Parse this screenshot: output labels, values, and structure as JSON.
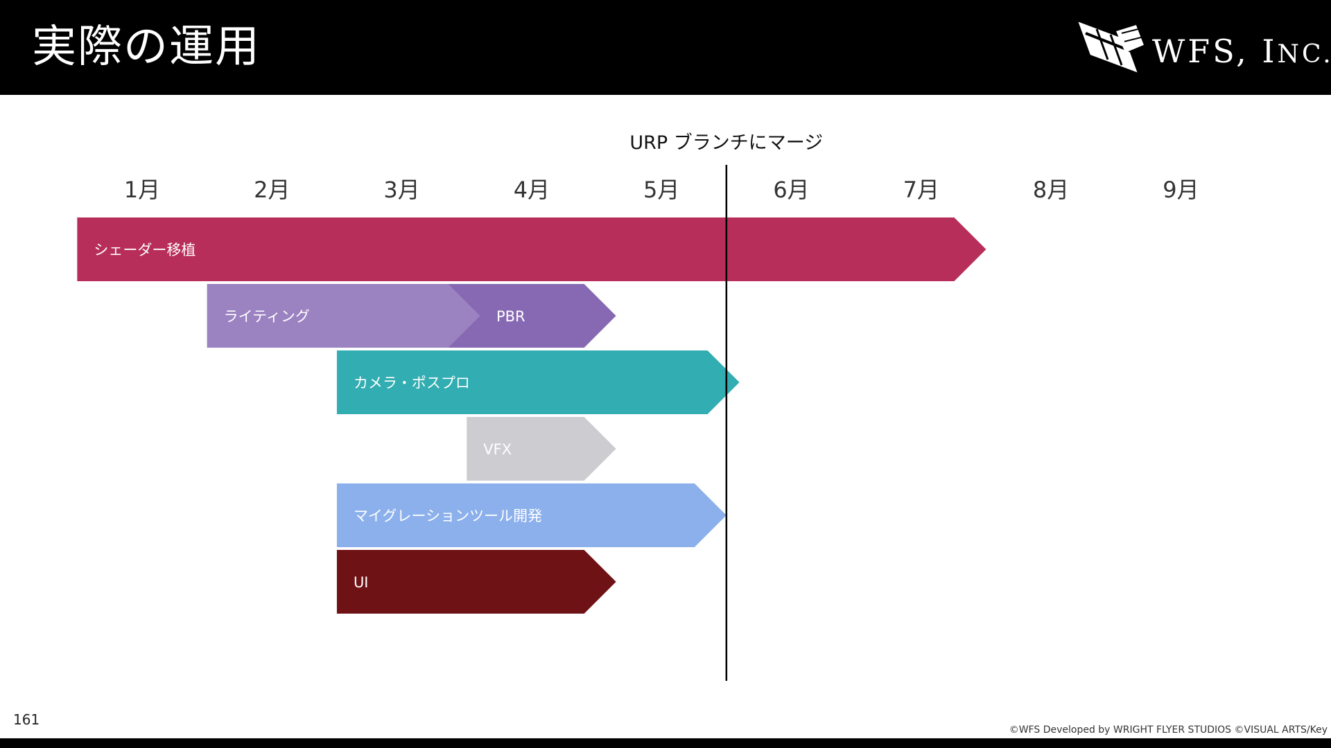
{
  "slide": {
    "title": "実際の運用",
    "page_number": "161",
    "copyright": "©WFS Developed by WRIGHT FLYER STUDIOS ©VISUAL ARTS/Key"
  },
  "logo": {
    "text_main": "WFS, I",
    "text_small": "NC."
  },
  "chart_data": {
    "type": "timeline",
    "months": [
      "1月",
      "2月",
      "3月",
      "4月",
      "5月",
      "6月",
      "7月",
      "8月",
      "9月"
    ],
    "milestone": {
      "label": "URP ブランチにマージ",
      "month": 5.5
    },
    "tasks": [
      {
        "label": "シェーダー移植",
        "start": 0.5,
        "end": 7.5,
        "row": 0,
        "color": "#B82E5B",
        "text_color": "#ffffff"
      },
      {
        "label": "ライティング",
        "start": 1.5,
        "end": 3.6,
        "row": 1,
        "color": "#9B82C1",
        "text_color": "#ffffff"
      },
      {
        "label": "PBR",
        "start": 3.6,
        "end": 4.65,
        "row": 1,
        "color": "#8769B3",
        "text_color": "#ffffff"
      },
      {
        "label": "カメラ・ポスプロ",
        "start": 2.5,
        "end": 5.6,
        "row": 2,
        "color": "#32ADB1",
        "text_color": "#ffffff"
      },
      {
        "label": "VFX",
        "start": 3.5,
        "end": 4.65,
        "row": 3,
        "color": "#CDCDD1",
        "text_color": "#ffffff"
      },
      {
        "label": "マイグレーションツール開発",
        "start": 2.5,
        "end": 5.5,
        "row": 4,
        "color": "#8BB0EC",
        "text_color": "#ffffff"
      },
      {
        "label": "UI",
        "start": 2.5,
        "end": 4.65,
        "row": 5,
        "color": "#6F1215",
        "text_color": "#ffffff"
      }
    ]
  }
}
